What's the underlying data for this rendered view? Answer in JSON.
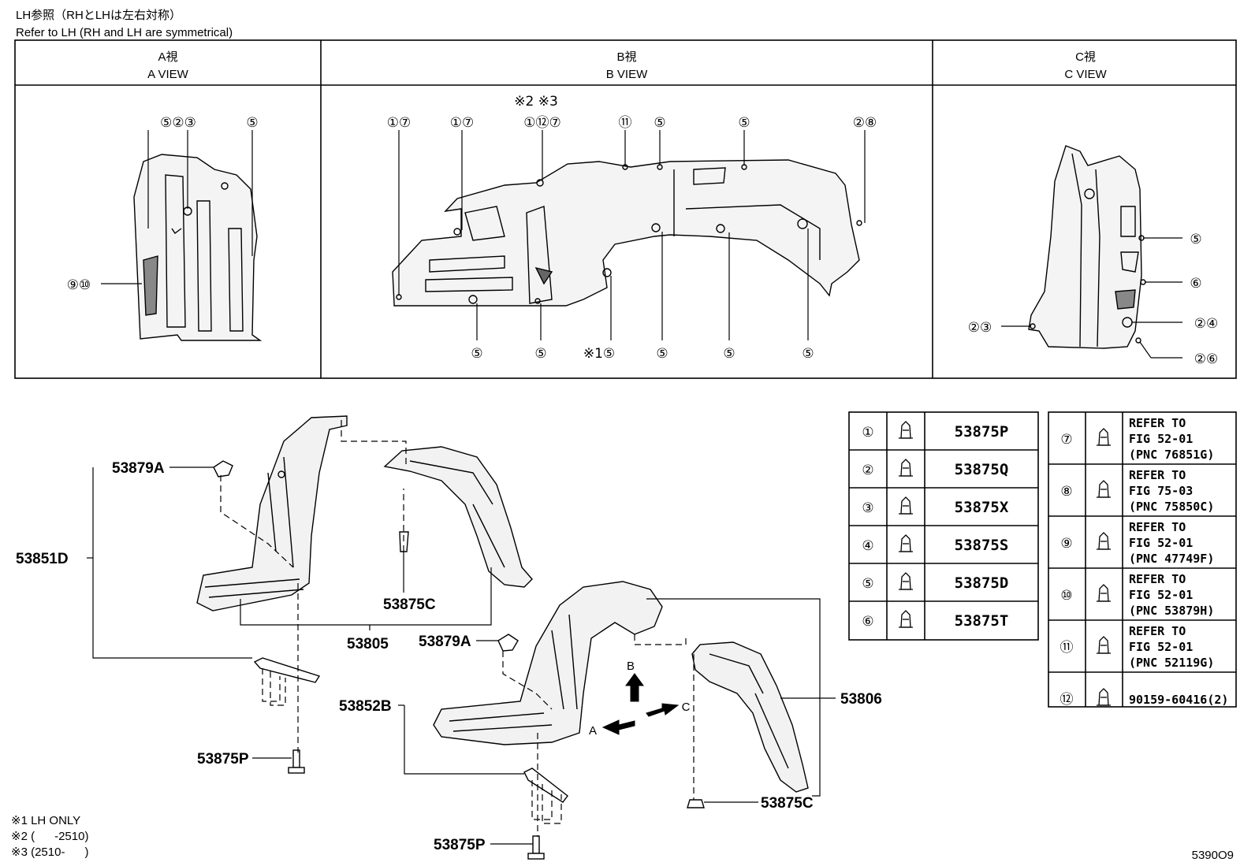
{
  "header": {
    "line1": "LH参照（RHとLHは左右対称）",
    "line2": "Refer to LH (RH and LH are symmetrical)"
  },
  "views": [
    {
      "jp": "A視",
      "en": "A VIEW"
    },
    {
      "jp": "B視",
      "en": "B VIEW"
    },
    {
      "jp": "C視",
      "en": "C VIEW"
    }
  ],
  "view_a_callouts": [
    "⑤②③",
    "⑤",
    "⑨⑩"
  ],
  "view_b_callouts": {
    "top": [
      "①⑦",
      "①⑦",
      "①⑫⑦",
      "⑪",
      "⑤",
      "⑤",
      "②⑧"
    ],
    "top_note": "※2 ※3",
    "bottom": [
      "⑤",
      "⑤",
      "※1⑤",
      "⑤",
      "⑤",
      "⑤"
    ]
  },
  "view_c_callouts": [
    "⑤",
    "⑥",
    "②③",
    "②④",
    "②⑥"
  ],
  "parts": {
    "p53879A_1": "53879A",
    "p53851D": "53851D",
    "p53875C_1": "53875C",
    "p53805": "53805",
    "p53879A_2": "53879A",
    "p53852B": "53852B",
    "p53806": "53806",
    "p53875P_1": "53875P",
    "p53875P_2": "53875P",
    "p53875C_2": "53875C"
  },
  "arrows": {
    "a": "A",
    "b": "B",
    "c": "C"
  },
  "legend_left": [
    {
      "idx": "①",
      "code": "53875P"
    },
    {
      "idx": "②",
      "code": "53875Q"
    },
    {
      "idx": "③",
      "code": "53875X"
    },
    {
      "idx": "④",
      "code": "53875S"
    },
    {
      "idx": "⑤",
      "code": "53875D"
    },
    {
      "idx": "⑥",
      "code": "53875T"
    }
  ],
  "legend_right": [
    {
      "idx": "⑦",
      "l1": "REFER TO",
      "l2": "FIG 52-01",
      "l3": "(PNC 76851G)"
    },
    {
      "idx": "⑧",
      "l1": "REFER TO",
      "l2": "FIG 75-03",
      "l3": "(PNC 75850C)"
    },
    {
      "idx": "⑨",
      "l1": "REFER TO",
      "l2": "FIG 52-01",
      "l3": "(PNC 47749F)"
    },
    {
      "idx": "⑩",
      "l1": "REFER TO",
      "l2": "FIG 52-01",
      "l3": "(PNC 53879H)"
    },
    {
      "idx": "⑪",
      "l1": "REFER TO",
      "l2": "FIG 52-01",
      "l3": "(PNC 52119G)"
    },
    {
      "idx": "⑫",
      "l1": "90159-60416(2)",
      "l2": "",
      "l3": ""
    }
  ],
  "notes": [
    "※1 LH ONLY",
    "※2 (      -2510)",
    "※3 (2510-      )"
  ],
  "fig_id": "5390O9"
}
